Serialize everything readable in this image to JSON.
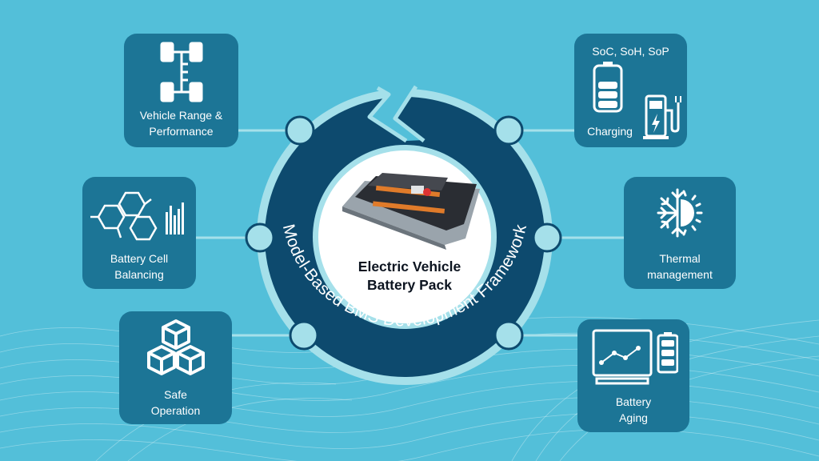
{
  "framework_label": "Model-Based BMS Development Framework",
  "center": {
    "title_line1": "Electric Vehicle",
    "title_line2": "Battery Pack"
  },
  "nodes": {
    "vehicle_range": {
      "line1": "Vehicle Range &",
      "line2": "Performance",
      "icon": "chassis-icon"
    },
    "cell_balancing": {
      "line1": "Battery Cell",
      "line2": "Balancing",
      "icon": "hexagon-cells-icon"
    },
    "safe_operation": {
      "line1": "Safe",
      "line2": "Operation",
      "icon": "cubes-icon"
    },
    "soc_charging": {
      "header": "SoC, SoH, SoP",
      "line1": "Charging",
      "icon": "charging-station-icon"
    },
    "thermal": {
      "line1": "Thermal",
      "line2": "management",
      "icon": "snowflake-sun-icon"
    },
    "aging": {
      "line1": "Battery",
      "line2": "Aging",
      "icon": "monitor-chart-icon"
    }
  },
  "colors": {
    "background": "#53bfd9",
    "node_fill": "#1c7596",
    "ring_dark": "#0d4a6e",
    "ring_light": "#a5e0ea",
    "icon": "#ffffff"
  }
}
